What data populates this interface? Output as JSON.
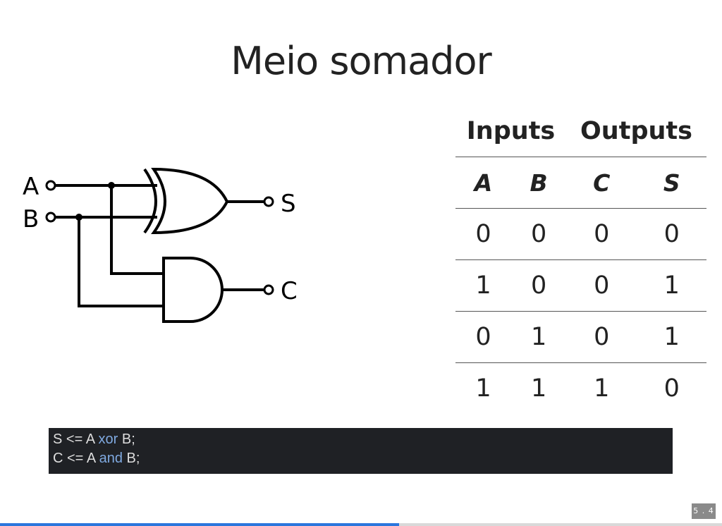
{
  "slide": {
    "title": "Meio somador",
    "number": "5 . 4",
    "progress": 0.553
  },
  "circuit": {
    "input_a": "A",
    "input_b": "B",
    "output_s": "S",
    "output_c": "C",
    "gates": [
      "xor-gate-icon",
      "and-gate-icon"
    ]
  },
  "truth_table": {
    "group_headers": [
      "Inputs",
      "Outputs"
    ],
    "columns": [
      "A",
      "B",
      "C",
      "S"
    ],
    "rows": [
      [
        "0",
        "0",
        "0",
        "0"
      ],
      [
        "1",
        "0",
        "0",
        "1"
      ],
      [
        "0",
        "1",
        "0",
        "1"
      ],
      [
        "1",
        "1",
        "1",
        "0"
      ]
    ]
  },
  "code": {
    "line1": {
      "pre": "S <= A ",
      "keyword": "xor",
      "post": " B;"
    },
    "line2": {
      "pre": "C <= A ",
      "keyword": "and",
      "post": " B;"
    }
  },
  "colors": {
    "code_background": "#1f2125",
    "code_text": "#dddddd",
    "code_keyword": "#7fa9e0",
    "progress": "#2a76dd"
  }
}
